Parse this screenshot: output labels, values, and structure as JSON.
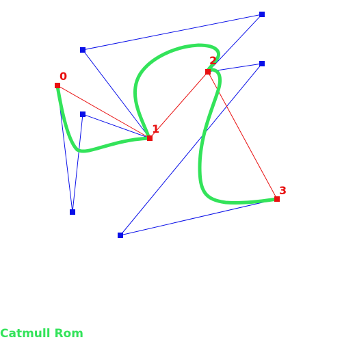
{
  "caption": "Catmull Rom",
  "colors": {
    "control_point": "#e81010",
    "handle": "#0a10e8",
    "polygon_line": "#e81010",
    "handle_line": "#0a10e8",
    "curve": "#33e35a",
    "label": "#e81010",
    "caption": "#33e35a"
  },
  "control_points": [
    {
      "label": "0"
    },
    {
      "label": "1"
    },
    {
      "label": "2"
    },
    {
      "label": "3"
    }
  ]
}
